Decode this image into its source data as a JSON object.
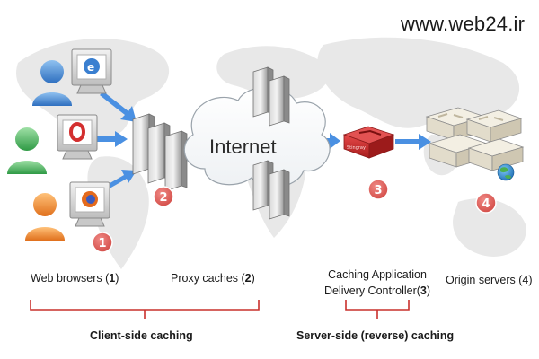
{
  "watermark": "www.web24.ir",
  "cloud_label": "Internet",
  "badges": [
    "1",
    "2",
    "3",
    "4"
  ],
  "device_label": "Stingray",
  "labels": {
    "web_browsers": {
      "text": "Web browsers (",
      "num": "1",
      "close": ")"
    },
    "proxy_caches": {
      "text": "Proxy caches (",
      "num": "2",
      "close": ")"
    },
    "cac_line1": "Caching Application",
    "cac_line2": "Delivery Controller(",
    "cac_num": "3",
    "cac_close": ")",
    "origin_servers": "Origin servers (4)"
  },
  "groups": {
    "client_side": "Client-side caching",
    "server_side": "Server-side (reverse) caching"
  },
  "colors": {
    "arrow": "#4a90e2",
    "badge": "#d9534f",
    "bracket": "#c9302c",
    "device": "#cc2b2b",
    "map": "#e6e6e6"
  }
}
